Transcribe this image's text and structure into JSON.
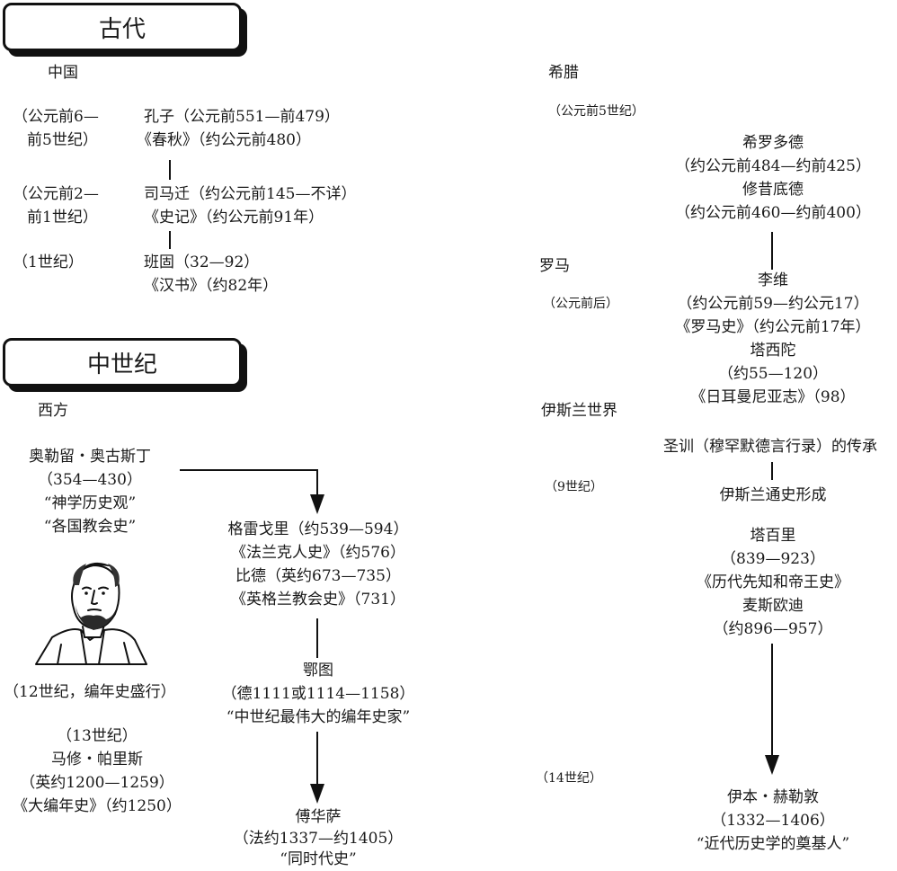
{
  "sections": {
    "ancient": "古代",
    "medieval": "中世纪"
  },
  "china": {
    "heading": "中国",
    "row1_period_a": "（公元前6—",
    "row1_period_b": "前5世纪）",
    "row1_name": "孔子（公元前551—前479）",
    "row1_work": "《春秋》（约公元前480）",
    "row2_period_a": "（公元前2—",
    "row2_period_b": "前1世纪）",
    "row2_name": "司马迁（约公元前145—不详）",
    "row2_work": "《史记》（约公元前91年）",
    "row3_period": "（1世纪）",
    "row3_name": "班固（32—92）",
    "row3_work": "《汉书》（约82年）"
  },
  "greece": {
    "heading": "希腊",
    "period": "（公元前5世纪）",
    "p1_name": "希罗多德",
    "p1_dates": "（约公元前484—约前425）",
    "p2_name": "修昔底德",
    "p2_dates": "（约公元前460—约前400）"
  },
  "rome": {
    "heading": "罗马",
    "period": "（公元前后）",
    "p1_name": "李维",
    "p1_dates": "（约公元前59—约公元17）",
    "p1_work": "《罗马史》（约公元前17年）",
    "p2_name": "塔西陀",
    "p2_dates": "（约55—120）",
    "p2_work": "《日耳曼尼亚志》（98）"
  },
  "west": {
    "heading": "西方",
    "augustine_name": "奥勒留・奥古斯丁",
    "augustine_dates": "（354—430）",
    "augustine_idea1": "“神学历史观”",
    "augustine_idea2": "“各国教会史”",
    "period_12": "（12世纪，编年史盛行）",
    "period_13": "（13世纪）",
    "paris_name": "马修・帕里斯",
    "paris_dates": "（英约1200—1259）",
    "paris_work": "《大编年史》（约1250）",
    "gregory": "格雷戈里（约539—594）",
    "gregory_work": "《法兰克人史》（约576）",
    "bede": "比德（英约673—735）",
    "bede_work": "《英格兰教会史》（731）",
    "otto_name": "鄂图",
    "otto_dates": "（德1111或1114—1158）",
    "otto_title": "“中世纪最伟大的编年史家”",
    "froissart_name": "傅华萨",
    "froissart_dates": "（法约1337—约1405）",
    "froissart_work": "“同时代史”"
  },
  "islam": {
    "heading": "伊斯兰世界",
    "period_9": "（9世纪）",
    "hadith": "圣训（穆罕默德言行录）的传承",
    "formation": "伊斯兰通史形成",
    "tabari_name": "塔百里",
    "tabari_dates": "（839—923）",
    "tabari_work": "《历代先知和帝王史》",
    "masudi_name": "麦斯欧迪",
    "masudi_dates": "（约896—957）",
    "period_14": "（14世纪）",
    "khaldun_name": "伊本・赫勒敦",
    "khaldun_dates": "（1332—1406）",
    "khaldun_title": "“近代历史学的奠基人”"
  }
}
